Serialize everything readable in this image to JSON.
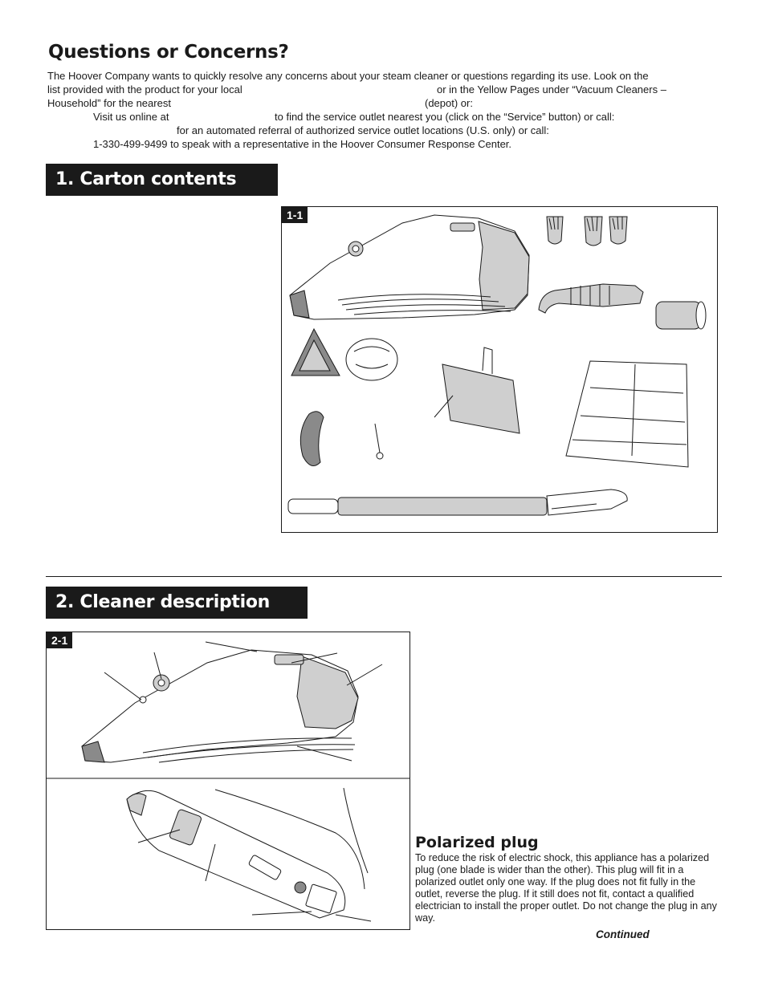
{
  "questions": {
    "title": "Questions or Concerns?",
    "line1": "The Hoover Company wants to quickly resolve any concerns about your steam cleaner or questions regarding its use. Look on the",
    "line2a": "list provided with the product for your local",
    "line2b": "or in the Yellow Pages under “Vacuum Cleaners –",
    "line3a": "Household” for the nearest",
    "line3b": "(depot) or:",
    "line4a": "Visit us online at",
    "line4b": "to find the service outlet nearest you (click on the “Service” button) or call:",
    "line5": "for an automated referral of authorized service outlet locations (U.S. only) or call:",
    "line6": "1-330-499-9499 to speak with a representative in the Hoover Consumer Response Center."
  },
  "section1": {
    "heading": "1. Carton contents",
    "figure_label": "1-1"
  },
  "section2": {
    "heading": "2. Cleaner description",
    "figure_label": "2-1"
  },
  "polarized": {
    "title": "Polarized plug",
    "body": "To reduce the risk of electric shock, this appliance has a polarized plug (one blade is wider than the other). This plug will fit in a polarized outlet only one way. If the plug does not fit fully in the outlet, reverse the plug. If it still does not fit, contact a qualified electrician to install the proper outlet. Do not change the plug in any way."
  },
  "footer": {
    "continued": "Continued"
  }
}
